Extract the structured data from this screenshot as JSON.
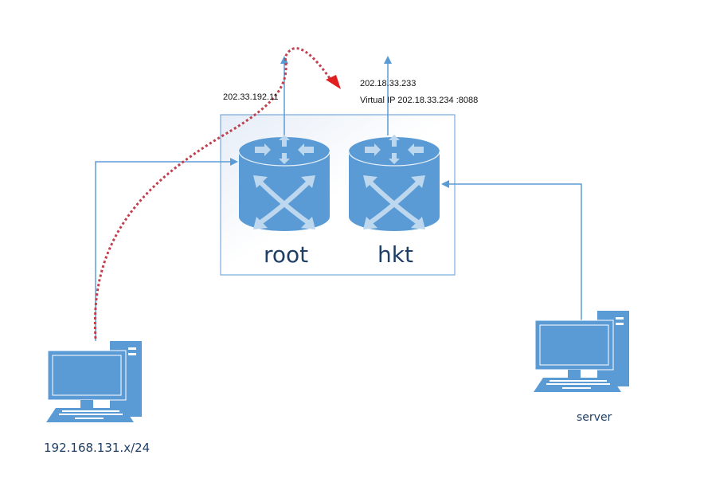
{
  "diagram": {
    "routers": [
      {
        "id": "root",
        "label": "root",
        "ip": "202.33.192.11"
      },
      {
        "id": "hkt",
        "label": "hkt",
        "ip": "202.18.33.233",
        "virtual_ip": "Virtual IP 202.18.33.234  :8088"
      }
    ],
    "hosts": [
      {
        "id": "client",
        "label": "192.168.131.x/24"
      },
      {
        "id": "server",
        "label": "server"
      }
    ],
    "colors": {
      "device": "#5b9bd5",
      "device_light": "#bdd7ee",
      "line": "#5b9bd5",
      "group_border": "#5b9bd5",
      "path_dotted": "#c0404f",
      "path_arrow": "#e02020",
      "text_dark": "#1f3f66"
    },
    "edges": [
      {
        "from": "client",
        "to": "root"
      },
      {
        "from": "server",
        "to": "hkt"
      },
      {
        "from": "root",
        "to": "internet"
      },
      {
        "from": "hkt",
        "to": "internet"
      }
    ],
    "traffic_path": {
      "from": "client",
      "via": "root",
      "to": "hkt",
      "style": "dotted"
    }
  }
}
